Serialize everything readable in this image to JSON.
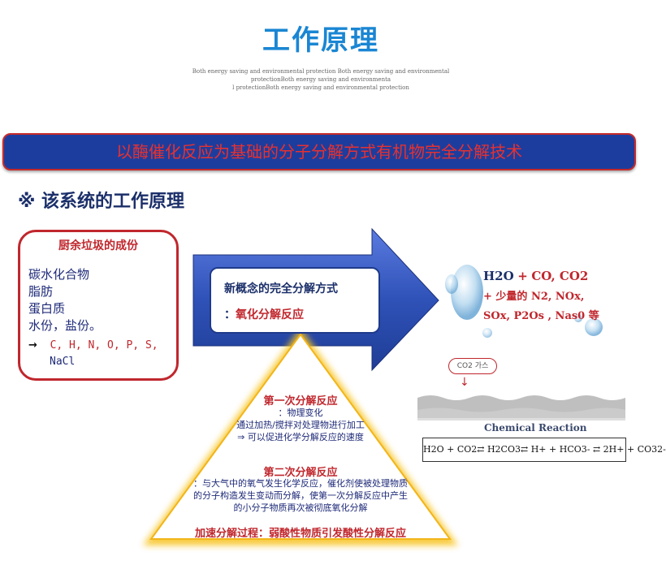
{
  "header": {
    "title": "工作原理",
    "subtitle_lines": [
      "Both energy saving and environmental protection Both energy saving and environmental",
      "protectionBoth energy saving and environmenta",
      "l protectionBoth energy saving and environmental protection"
    ]
  },
  "banner": "以酶催化反应为基础的分子分解方式有机物完全分解技术",
  "section_heading": "※ 该系统的工作原理",
  "kitchen_waste": {
    "title": "厨余垃圾的成份",
    "items": [
      "碳水化合物",
      "脂肪",
      "蛋白质",
      "水份，盐份。"
    ],
    "arrow": "→",
    "elements_line1": "C, H, N, O, P, S,",
    "elements_line2": "NaCl"
  },
  "method": {
    "line1": "新概念的完全分解方式",
    "colon": "：",
    "line2": "氧化分解反应"
  },
  "outputs": {
    "line1_a": "H2O",
    "line1_plus": "+",
    "line1_b": "CO,  CO2",
    "line2": "+ 少量的 N2, NOx,",
    "line3": "SOx, P2Os , Nas0 等"
  },
  "co2_pill": "CO2 가스",
  "down_arrow": "↓",
  "chemical_reaction": {
    "label": "Chemical Reaction",
    "formula": "H2O + CO2⇄ H2CO3⇄ H+ + HCO3- ⇄ 2H+ + CO32-"
  },
  "pyramid": {
    "stage1": {
      "title": "第一次分解反应",
      "lines": [
        "：物理变化",
        "通过加热/搅拌对处理物进行加工",
        "⇒ 可以促进化学分解反应的速度"
      ]
    },
    "stage2": {
      "title": "第二次分解反应",
      "lines": [
        "：与大气中的氧气发生化学反应，催化剂使被处理物质",
        "的分子构造发生变动而分解，使第一次分解反应中产生",
        "的小分子物质再次被彻底氧化分解"
      ]
    },
    "footer": "加速分解过程：弱酸性物质引发酸性分解反应"
  },
  "colors": {
    "title_blue": "#1a86d3",
    "banner_bg": "#1d3d9e",
    "accent_red": "#c0272d",
    "navy_text": "#1e2a78",
    "arrow_blue": "#2f52b8",
    "pyramid_fill": "#ffffff",
    "pyramid_glow": "#f7c21b"
  }
}
